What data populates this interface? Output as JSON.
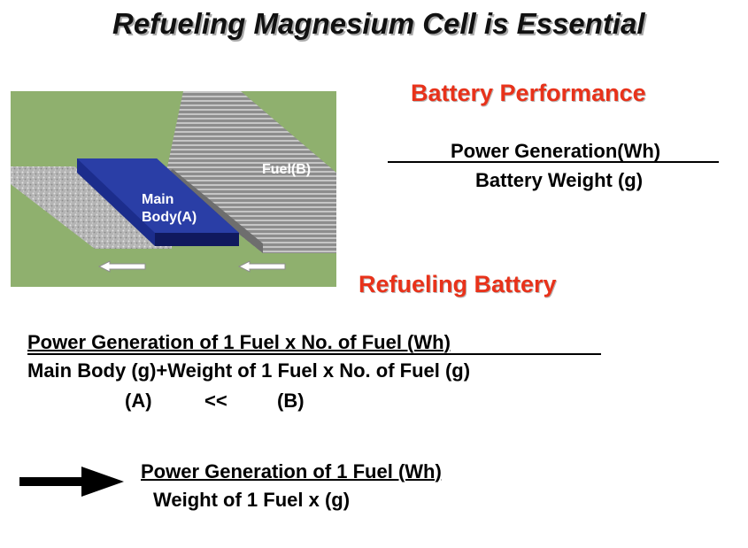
{
  "title": "Refueling Magnesium Cell is Essential",
  "battery_performance": {
    "heading": "Battery Performance",
    "numerator": "Power Generation(Wh)",
    "denominator": "Battery Weight (g)"
  },
  "illustration": {
    "fuel_label": "Fuel(B)",
    "main_body_label_line1": "Main",
    "main_body_label_line2": "Body(A)"
  },
  "refueling_battery": {
    "heading": "Refueling Battery",
    "numerator": "Power Generation of 1 Fuel x No. of Fuel (Wh)",
    "denominator": "Main Body  (g)+Weight of 1 Fuel x No. of Fuel (g)",
    "comparison_a": "(A)",
    "comparison_op": "<<",
    "comparison_b": "(B)"
  },
  "result": {
    "numerator": "Power Generation of 1 Fuel (Wh)",
    "denominator": "Weight of 1 Fuel x  (g)"
  },
  "colors": {
    "heading_red": "#e8321a",
    "background_green": "#8fb06e",
    "main_body_blue": "#1c2d8c"
  }
}
